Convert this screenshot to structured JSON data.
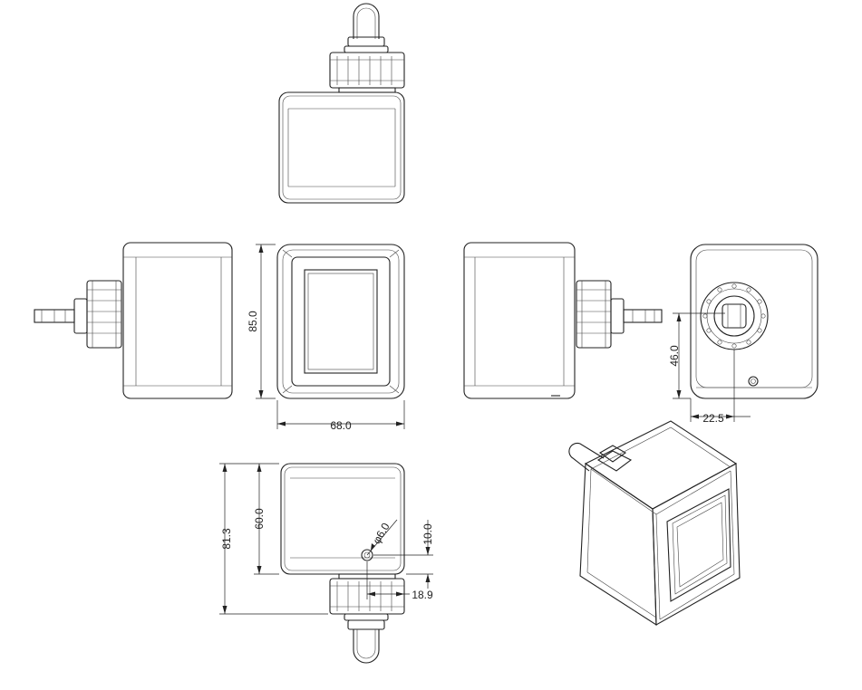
{
  "dimensions": {
    "front_height": "85.0",
    "front_width": "68.0",
    "rear_height": "46.0",
    "rear_offset": "22.5",
    "total_height": "81.3",
    "body_height": "60.0",
    "hole_diameter": "φ6.0",
    "hole_height": "10.0",
    "gland_offset": "18.9"
  }
}
